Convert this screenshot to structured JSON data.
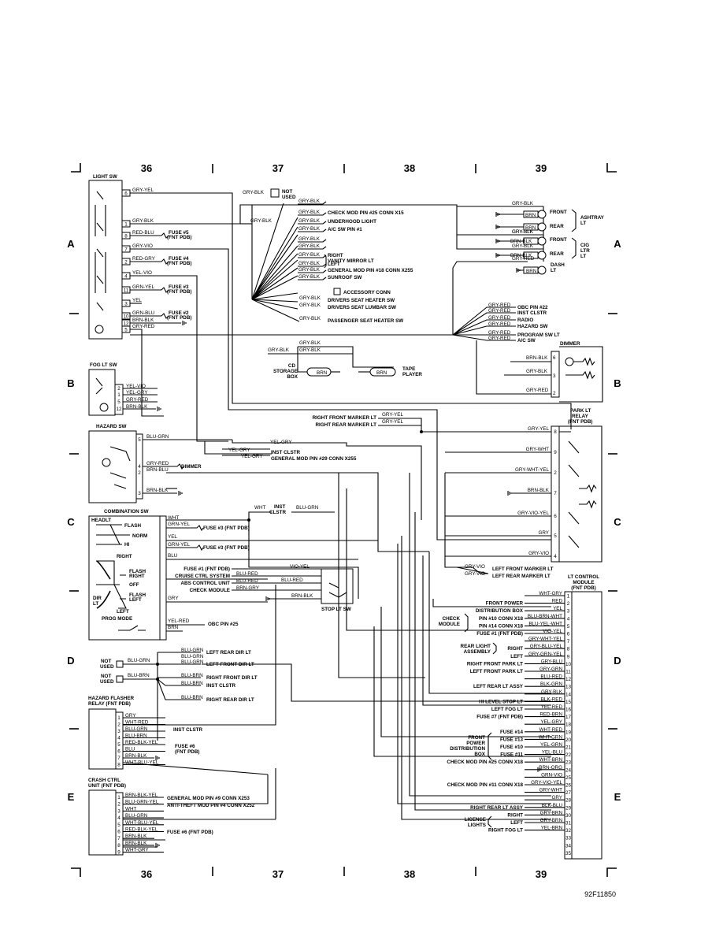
{
  "grid": {
    "columns": [
      "36",
      "37",
      "38",
      "39"
    ],
    "rows": [
      "A",
      "B",
      "C",
      "D",
      "E"
    ]
  },
  "figure_id": "92F11850",
  "light_sw": {
    "title": "LIGHT SW",
    "pins": [
      "6",
      "1",
      "8",
      "7",
      "2",
      "4",
      "11",
      "3",
      "10",
      "12",
      "5"
    ],
    "wires": [
      "GRY-YEL",
      "GRY-BLK",
      "RED-BLU",
      "GRY-VIO",
      "RED-GRY",
      "YEL-VIO",
      "GRN-YEL",
      "YEL",
      "GRN-BLU",
      "BRN-BLK",
      "GRY-RED"
    ],
    "fuses": [
      "FUSE #5",
      "(FNT PDB)",
      "FUSE #4",
      "(FNT PDB)",
      "FUSE #3",
      "(FNT PDB)",
      "FUSE #2",
      "(FNT PDB)"
    ]
  },
  "top_loads": {
    "not_used": [
      "NOT",
      "USED"
    ],
    "items": [
      {
        "wire": "GRY-BLK",
        "label": ""
      },
      {
        "wire": "GRY-BLK",
        "label": "CHECK MOD PIN #25 CONN X15"
      },
      {
        "wire": "GRY-BLK",
        "label": "UNDERHOOD LIGHT"
      },
      {
        "wire": "GRY-BLK",
        "label": "A/C SW PIN #1"
      },
      {
        "wire": "GRY-BLK",
        "label": ""
      },
      {
        "wire": "GRY-BLK",
        "label": ""
      },
      {
        "wire": "GRY-BLK",
        "label": "RIGHT"
      },
      {
        "wire": "GRY-BLK",
        "label": "LEFT"
      },
      {
        "wire": "GRY-BLK",
        "label": "GENERAL MOD PIN #18 CONN X255"
      },
      {
        "wire": "GRY-BLK",
        "label": "SUNROOF SW"
      }
    ],
    "vanity": "VANITY MIRROR LT",
    "accessory": "ACCESSORY CONN",
    "seat": [
      {
        "wire": "GRY-BLK",
        "label": "DRIVERS SEAT HEATER SW"
      },
      {
        "wire": "GRY-BLK",
        "label": "DRIVERS SEAT LUMBAR SW"
      },
      {
        "wire": "GRY-BLK",
        "label": "PASSENGER SEAT HEATER SW"
      }
    ],
    "gryblk_left": "GRY-BLK"
  },
  "ashtray": {
    "wires": [
      "GRY-BLK",
      "BRN",
      "GRY-BLK",
      "BRN",
      "GRY-BLK",
      "BRN-BLK",
      "GRY-BLK",
      "BRN-BLK",
      "GRY-RED",
      "BRN"
    ],
    "labels": [
      "FRONT",
      "REAR",
      "FRONT",
      "REAR",
      "DASH",
      "LT"
    ],
    "groups": [
      "ASHTRAY",
      "LT",
      "CIG",
      "LTR",
      "LT"
    ]
  },
  "gryred_bus": {
    "items": [
      {
        "wire": "GRY-RED",
        "label": "OBC PIN #22"
      },
      {
        "wire": "GRY-RED",
        "label": "INST CLSTR"
      },
      {
        "wire": "GRY-RED",
        "label": "RADIO"
      },
      {
        "wire": "GRY-RED",
        "label": "HAZARD SW"
      },
      {
        "wire": "GRY-RED",
        "label": "PROGRAM SW LT"
      },
      {
        "wire": "GRY-RED",
        "label": "A/C SW"
      }
    ]
  },
  "dimmer": {
    "title": "DIMMER",
    "pins": [
      "6",
      "3",
      "2"
    ],
    "wires": [
      "BRN-BLK",
      "GRY-BLK",
      "GRY-RED"
    ]
  },
  "cd": {
    "wires": [
      "GRY-BLK",
      "GRY-BLK",
      "GRY-BLK"
    ],
    "storage": [
      "CD",
      "STORAGE",
      "BOX"
    ],
    "tape": [
      "TAPE",
      "PLAYER"
    ],
    "brn": "BRN"
  },
  "fog": {
    "title": "FOG LT SW",
    "pins": [
      "2",
      "1",
      "5",
      "12"
    ],
    "wires": [
      "YEL-VIO",
      "YEL-GRY",
      "GRY-RED",
      "BRN-BLK"
    ]
  },
  "marker": {
    "items": [
      {
        "label": "RIGHT FRONT MARKER LT",
        "wire": "GRY-YEL"
      },
      {
        "label": "RIGHT REAR MARKER LT",
        "wire": "GRY-YEL"
      }
    ]
  },
  "hazard_sw": {
    "title": "HAZARD SW",
    "pins": [
      "5",
      "4",
      "2",
      "3"
    ],
    "wires": [
      "BLU-GRN",
      "GRY-RED",
      "BRN-BLU",
      "BRN-BLK"
    ],
    "dimmer": "DIMMER",
    "yelgry": "YEL-GRY",
    "conn": [
      {
        "wire": "YEL-GRY",
        "label": "INST CLSTR"
      },
      {
        "wire": "YEL-GRY",
        "label": "GENERAL MOD PIN #29 CONN X255"
      }
    ]
  },
  "park_relay": {
    "title": [
      "PARK LT",
      "RELAY",
      "(FNT PDB)"
    ],
    "pins": [
      "8",
      "9",
      "2",
      "7",
      "6",
      "5",
      "4"
    ],
    "wires": [
      "GRY-YEL",
      "GRY-WHT",
      "GRY-WHT-YEL",
      "BRN-BLK",
      "GRY-VIO-YEL",
      "GRY",
      "GRY-VIO"
    ]
  },
  "combo": {
    "title": "COMBINATION SW",
    "headlt": "HEADLT",
    "modes": [
      "FLASH",
      "NORM",
      "HI"
    ],
    "wires": [
      "WHT",
      "GRN-YEL",
      "YEL",
      "GRN-YEL",
      "BLU",
      "GRY"
    ],
    "right": "RIGHT",
    "flash_right": [
      "FLASH",
      "RIGHT"
    ],
    "off": "OFF",
    "dir_lt": [
      "DIR",
      "LT"
    ],
    "flash_left": [
      "FLASH",
      "LEFT"
    ],
    "left": "LEFT",
    "prog": "PROG MODE",
    "fuse3a": "FUSE #3 (FNT PDB)",
    "fuse3b": "FUSE #3 (FNT PDB)",
    "obc": "OBC PIN #25",
    "yelred": "YEL-RED",
    "brn": "BRN"
  },
  "inst_whtx": {
    "wht": "WHT",
    "inst": [
      "INST",
      "CLSTR"
    ],
    "blugrn": "BLU-GRN"
  },
  "stop": {
    "rows": [
      {
        "label": "FUSE #1 (FNT PDB)",
        "wire": "VIO-YEL"
      },
      {
        "label": "CRUISE CTRL SYSTEM",
        "wire": "BLU-RED"
      },
      {
        "label": "ABS CONTROL UNIT",
        "wire": "BLU-RED"
      },
      {
        "label": "CHECK MODULE",
        "wire": "BRN-GRY"
      }
    ],
    "brnblk": "BRN-BLK",
    "bluredx": "BLU-RED",
    "title": "STOP LT SW"
  },
  "front_marker": [
    {
      "wire": "GRY-VIO",
      "label": "LEFT FRONT MARKER LT"
    },
    {
      "wire": "GRY-VIO",
      "label": "LEFT REAR MARKER LT"
    }
  ],
  "dir": {
    "not_used": [
      "NOT",
      "USED"
    ],
    "items": [
      {
        "wire": "BLU-GRN",
        "label": "LEFT REAR DIR LT"
      },
      {
        "wire": "BLU-GRN",
        "label": "LEFT FRONT DIR LT"
      },
      {
        "wire": "BLU-BRN",
        "label": "RIGHT FRONT DIR LT"
      },
      {
        "wire": "BLU-BRN",
        "label": "INST CLSTR"
      },
      {
        "wire": "BLU-BRN",
        "label": "RIGHT REAR DIR LT"
      }
    ],
    "in1": "BLU-GRN",
    "in2": "BLU-BRN"
  },
  "hazard_relay": {
    "title": [
      "HAZARD FLASHER",
      "RELAY (FNT PDB)"
    ],
    "pins": [
      "1",
      "2",
      "3",
      "4",
      "5",
      "6",
      "7",
      "8"
    ],
    "wires": [
      "GRY",
      "WHT-RED",
      "BLU-GRN",
      "BLU-BRN",
      "RED-BLK-YEL",
      "BLU",
      "BRN-BLK",
      "WHT-BLU-YEL"
    ],
    "inst": "INST CLSTR",
    "fuse": [
      "FUSE #6",
      "(FNT PDB)"
    ]
  },
  "crash": {
    "title": [
      "CRASH CTRL",
      "UNIT (FNT PDB)"
    ],
    "pins": [
      "1",
      "2",
      "3",
      "4",
      "5",
      "6",
      "7",
      "8",
      "9"
    ],
    "wires": [
      "BRN-BLK-YEL",
      "BLU-GRN-YEL",
      "WHT",
      "BLU-GRN",
      "WHT-BLU-YEL",
      "RED-BLK-YEL",
      "BRN-BLK",
      "BRN-BLK",
      "WHT-GRY"
    ],
    "gen": "GENERAL MOD PIN #9 CONN X253",
    "anti": "ANTI-THEFT MOD PIN #4 CONN X252",
    "fuse": "FUSE #6 (FNT PDB)"
  },
  "lt_control": {
    "title": [
      "LT CONTROL",
      "MODULE",
      "(FNT PDB)"
    ],
    "pins": [
      "1",
      "2",
      "3",
      "4",
      "5",
      "6",
      "7",
      "8",
      "9",
      "10",
      "11",
      "12",
      "13",
      "14",
      "15",
      "16",
      "17",
      "18",
      "19",
      "20",
      "21",
      "22",
      "23",
      "24",
      "25",
      "26",
      "27",
      "28",
      "29",
      "30",
      "31",
      "32",
      "33",
      "34",
      "35"
    ],
    "rows": [
      {
        "wire": "WHT-GRY",
        "label": ""
      },
      {
        "wire": "RED",
        "label": "FRONT POWER"
      },
      {
        "wire": "YEL",
        "label": "DISTRIBUTION BOX"
      },
      {
        "wire": "BLU-BRN-WHT",
        "label": "PIN #10 CONN X18"
      },
      {
        "wire": "BLU-YEL-WHT",
        "label": "PIN #14 CONN X18"
      },
      {
        "wire": "VIO-YEL",
        "label": "FUSE #1 (FNT PDB)"
      },
      {
        "wire": "GRY-WHT-YEL",
        "label": ""
      },
      {
        "wire": "GRY-BLU-YEL",
        "label": "RIGHT"
      },
      {
        "wire": "GRY-GRN-YEL",
        "label": "LEFT"
      },
      {
        "wire": "GRY-BLU",
        "label": "RIGHT FRONT PARK LT"
      },
      {
        "wire": "GRY-GRN",
        "label": "LEFT FRONT PARK LT"
      },
      {
        "wire": "BLU-RED",
        "label": ""
      },
      {
        "wire": "BLK-GRN",
        "label": "LEFT REAR LT ASSY"
      },
      {
        "wire": "GRY-BLK",
        "label": ""
      },
      {
        "wire": "BLK-RED",
        "label": "HI LEVEL STOP LT"
      },
      {
        "wire": "YEL-RED",
        "label": "LEFT FOG LT"
      },
      {
        "wire": "RED-BRN",
        "label": "FUSE #7 (FNT PDB)"
      },
      {
        "wire": "YEL-GRY",
        "label": ""
      },
      {
        "wire": "WHT-RED",
        "label": "FUSE #14"
      },
      {
        "wire": "WHT-GRN",
        "label": "FUSE #13"
      },
      {
        "wire": "YEL-GRN",
        "label": "FUSE #10"
      },
      {
        "wire": "YEL-BLU",
        "label": "FUSE #11"
      },
      {
        "wire": "WHT-BRN",
        "label": "CHECK MOD PIN #25 CONN X18"
      },
      {
        "wire": "BRN-ORG",
        "label": ""
      },
      {
        "wire": "GRN-VIO",
        "label": ""
      },
      {
        "wire": "GRY-VIO-YEL",
        "label": "CHECK MOD PIN #11 CONN X18"
      },
      {
        "wire": "GRY-WHT",
        "label": ""
      },
      {
        "wire": "GRY",
        "label": ""
      },
      {
        "wire": "BLK-BLU",
        "label": "RIGHT REAR LT ASSY"
      },
      {
        "wire": "GRY-BRN",
        "label": "RIGHT"
      },
      {
        "wire": "GRY-BRN",
        "label": "LEFT"
      },
      {
        "wire": "YEL-BRN",
        "label": "RIGHT FOG LT"
      }
    ],
    "check_module": [
      "CHECK",
      "MODULE"
    ],
    "rear_light": [
      "REAR LIGHT",
      "ASSEMBLY"
    ],
    "front_power": [
      "FRONT",
      "POWER",
      "DISTRIBUTION",
      "BOX"
    ],
    "license": [
      "LICENSE",
      "LIGHTS"
    ]
  }
}
